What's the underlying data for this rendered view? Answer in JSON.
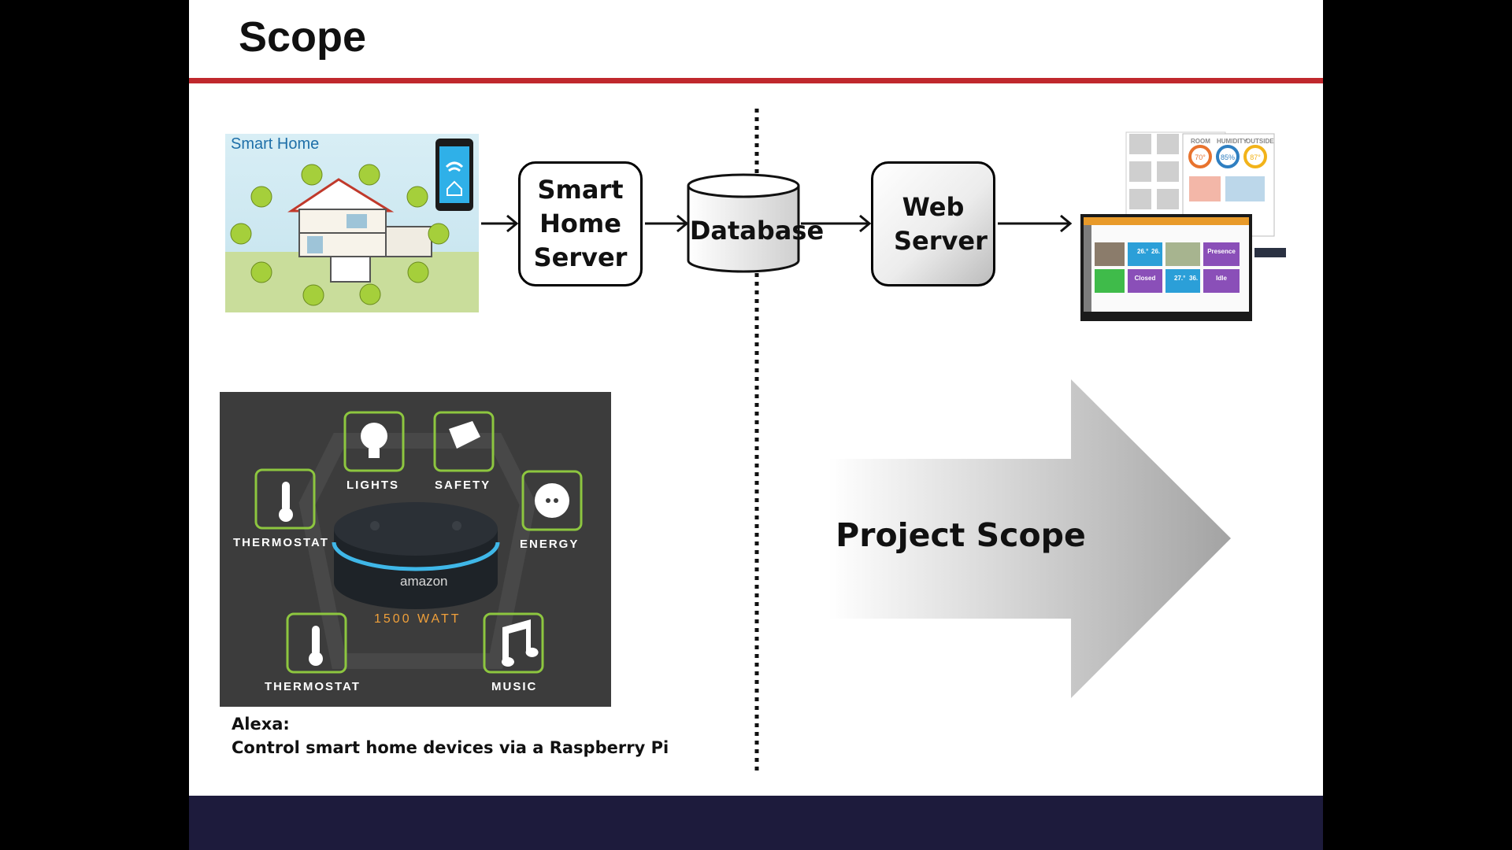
{
  "slide": {
    "title": "Scope"
  },
  "flow": {
    "smart_home_label": "Smart Home",
    "smart_home_server": "Smart Home Server",
    "database": "Database",
    "web_server": "Web Server"
  },
  "dashboard": {
    "gauges": [
      "ROOM",
      "HUMIDITY",
      "OUTSIDE"
    ],
    "gauge_values": [
      "70°",
      "85%",
      "87°"
    ],
    "tiles": [
      "26.°",
      "26.",
      "Presence",
      "Closed",
      "27.°",
      "36.",
      "Idle"
    ]
  },
  "alexa": {
    "labels": [
      "LIGHTS",
      "SAFETY",
      "THERMOSTAT",
      "ENERGY",
      "THERMOSTAT",
      "MUSIC"
    ],
    "wattage": "1500 WATT",
    "brand": "amazon",
    "caption_title": "Alexa:",
    "caption_body": "Control smart home devices via a Raspberry Pi"
  },
  "arrow": {
    "label": "Project Scope"
  },
  "colors": {
    "accent_red": "#c0282d",
    "footer_navy": "#1d1b3c",
    "alexa_green": "#8dc63f",
    "alexa_bg": "#3c3c3c"
  }
}
